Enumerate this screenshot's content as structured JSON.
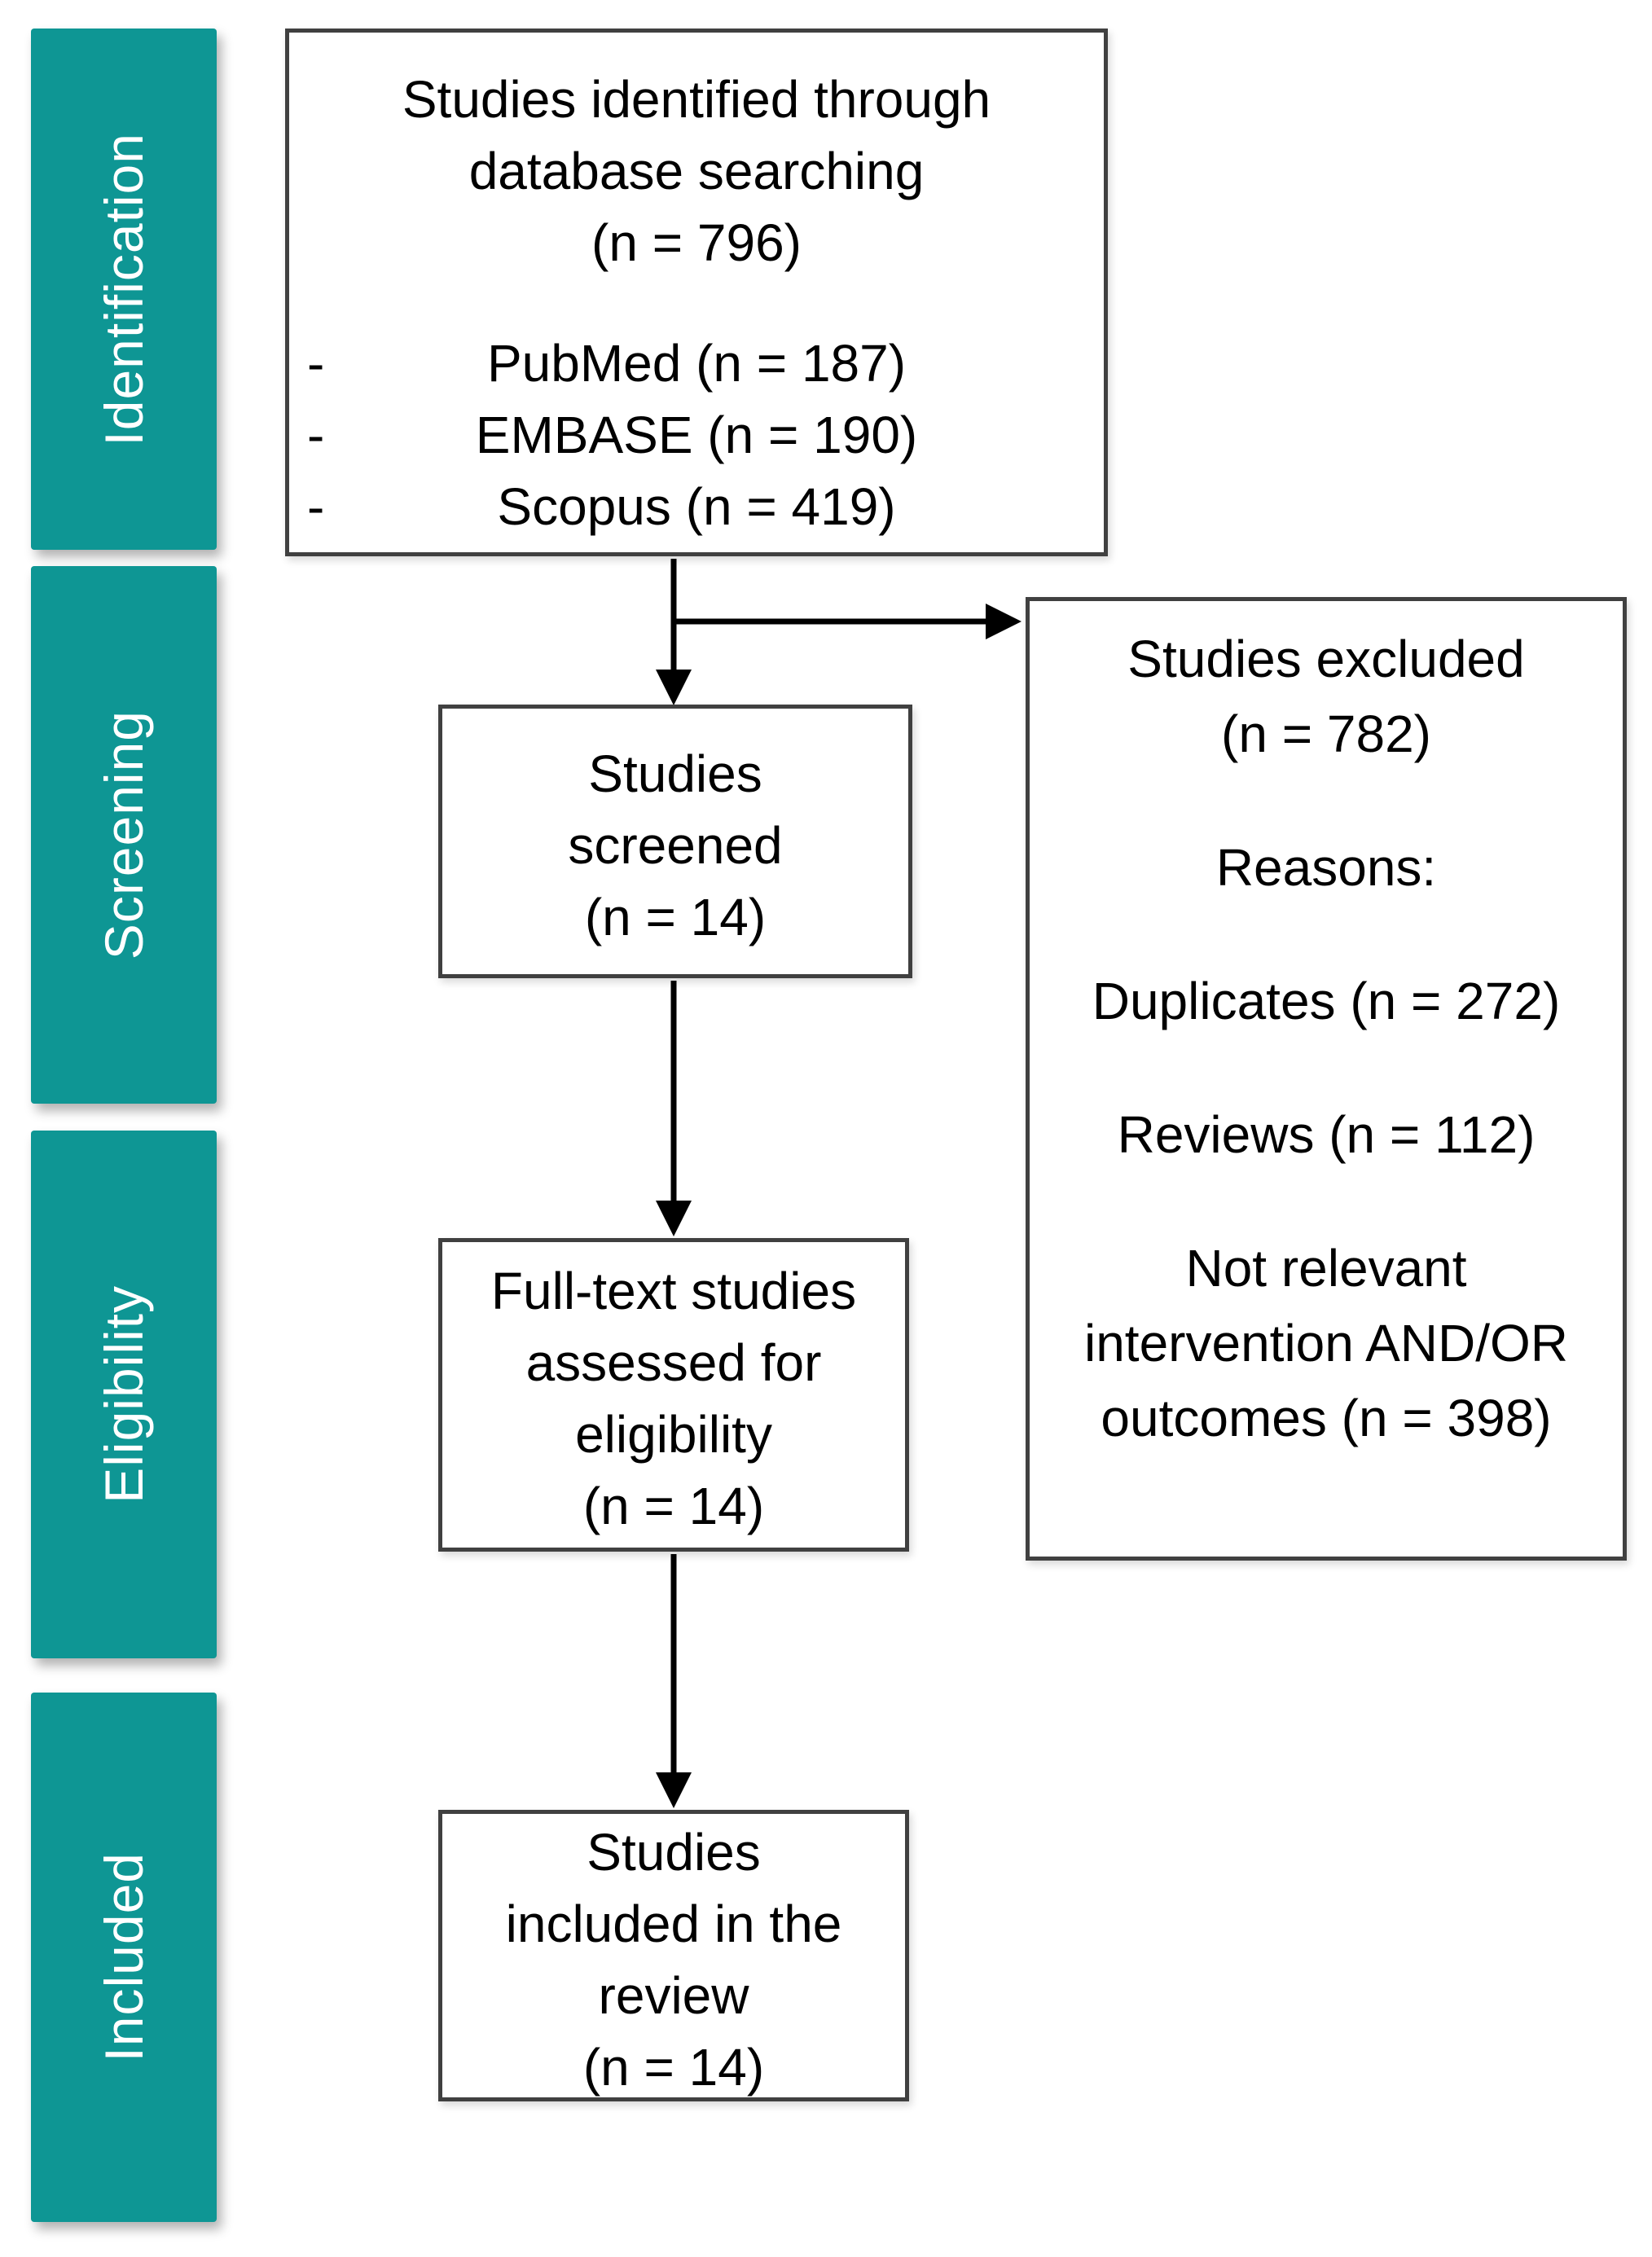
{
  "colors": {
    "stage_fill": "#0E9694",
    "stage_text": "#FFFFFF",
    "box_border": "#404040",
    "box_text": "#000000",
    "arrow": "#000000",
    "background": "#FFFFFF"
  },
  "sidebar": {
    "stages": [
      {
        "label": "Identification"
      },
      {
        "label": "Screening"
      },
      {
        "label": "Eligibility"
      },
      {
        "label": "Included"
      }
    ]
  },
  "boxes": {
    "identified": {
      "lines": [
        "Studies identified through",
        "database searching",
        "(n = 796)"
      ],
      "bullet_marker": "-",
      "bullets": [
        "PubMed (n = 187)",
        "EMBASE (n = 190)",
        "Scopus (n = 419)"
      ]
    },
    "screened": {
      "lines": [
        "Studies",
        "screened",
        "(n = 14)"
      ]
    },
    "excluded": {
      "lines": [
        "Studies excluded",
        "(n = 782)",
        "Reasons:",
        "Duplicates (n = 272)",
        "Reviews (n = 112)",
        "Not relevant",
        "intervention AND/OR",
        "outcomes (n = 398)"
      ]
    },
    "fulltext": {
      "lines": [
        "Full-text studies",
        "assessed for",
        "eligibility",
        "(n = 14)"
      ]
    },
    "included": {
      "lines": [
        "Studies",
        "included in the",
        "review",
        "(n = 14)"
      ]
    }
  }
}
